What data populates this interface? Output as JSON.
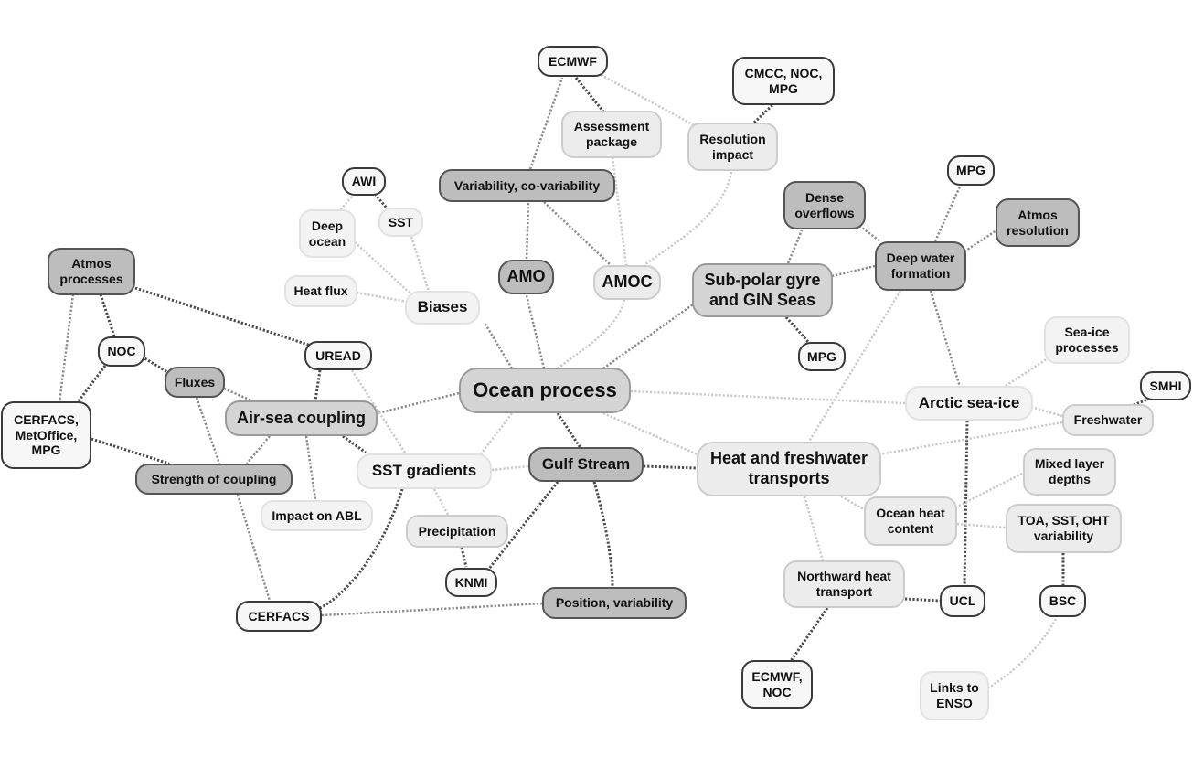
{
  "nodes": {
    "ocean_process": "Ocean process",
    "amo": "AMO",
    "amoc": "AMOC",
    "subpolar": "Sub-polar gyre\nand GIN Seas",
    "gulf_stream": "Gulf Stream",
    "air_sea": "Air-sea coupling",
    "sst_gradients": "SST gradients",
    "heat_fw": "Heat and freshwater\ntransports",
    "arctic": "Arctic sea-ice",
    "biases": "Biases",
    "variability": "Variability, co-variability",
    "ecmwf": "ECMWF",
    "assessment": "Assessment\npackage",
    "resolution_impact": "Resolution\nimpact",
    "cmcc": "CMCC, NOC,\nMPG",
    "awi": "AWI",
    "sst": "SST",
    "deep_ocean": "Deep\nocean",
    "heat_flux": "Heat flux",
    "atmos_processes": "Atmos\nprocesses",
    "noc": "NOC",
    "uread": "UREAD",
    "fluxes": "Fluxes",
    "cerfacs_met": "CERFACS,\nMetOffice,\nMPG",
    "strength": "Strength of coupling",
    "impact_abl": "Impact on ABL",
    "precipitation": "Precipitation",
    "knmi": "KNMI",
    "cerfacs": "CERFACS",
    "position_var": "Position, variability",
    "dense": "Dense\noverflows",
    "deep_water": "Deep water\nformation",
    "mpg_top": "MPG",
    "atmos_res": "Atmos\nresolution",
    "mpg_sub": "MPG",
    "seaice_proc": "Sea-ice\nprocesses",
    "smhi": "SMHI",
    "freshwater": "Freshwater",
    "mixed_layer": "Mixed layer\ndepths",
    "ohc": "Ocean heat\ncontent",
    "toa": "TOA, SST, OHT\nvariability",
    "northward": "Northward heat\ntransport",
    "ucl": "UCL",
    "bsc": "BSC",
    "ecmwf_noc": "ECMWF,\nNOC",
    "enso": "Links to\nENSO"
  }
}
